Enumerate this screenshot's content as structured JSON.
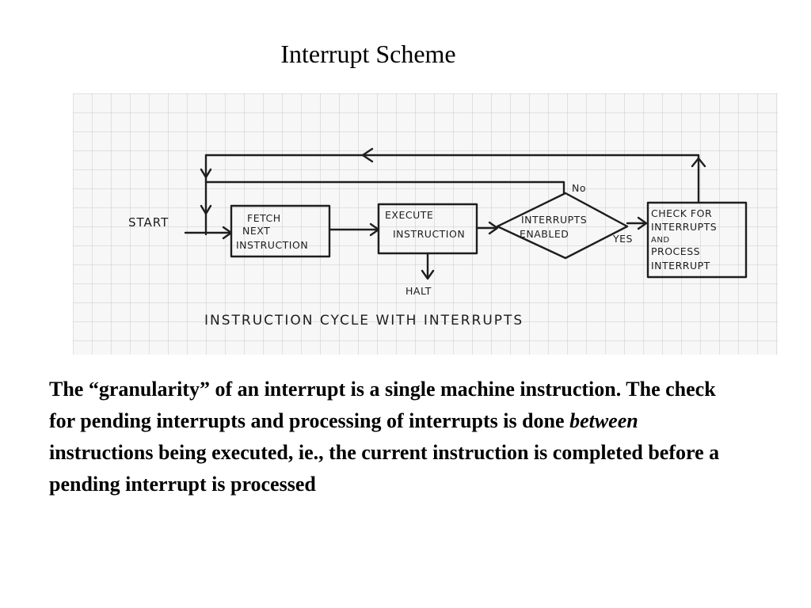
{
  "title": "Interrupt Scheme",
  "diagram": {
    "start_label": "START",
    "fetch_lines": [
      "FETCH",
      "NEXT",
      "INSTRUCTION"
    ],
    "execute_lines": [
      "EXECUTE",
      "INSTRUCTION"
    ],
    "decision_lines": [
      "INTERRUPTS",
      "ENABLED"
    ],
    "no_label": "No",
    "yes_label": "YES",
    "check_lines": [
      "CHECK FOR",
      "INTERRUPTS",
      "AND",
      "PROCESS",
      "INTERRUPT"
    ],
    "halt_label": "HALT",
    "caption": "INSTRUCTION CYCLE WITH INTERRUPTS"
  },
  "body": {
    "part1": "The “granularity” of  an interrupt is a single machine instruction.  The check for pending interrupts and processing of interrupts is done ",
    "emphasis": "between",
    "part2": " instructions being executed, ie., the current instruction is completed before a pending interrupt is processed"
  }
}
